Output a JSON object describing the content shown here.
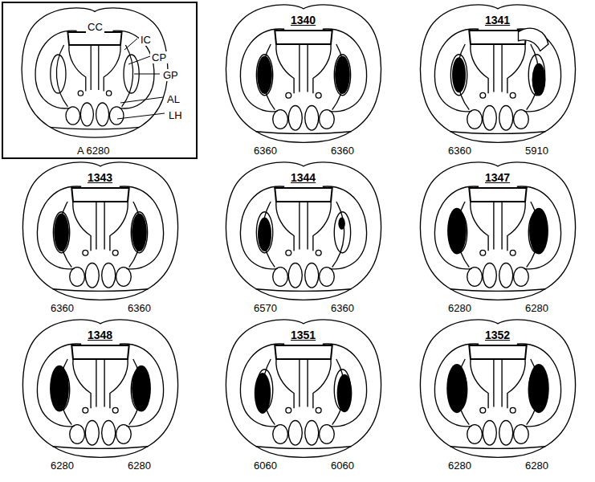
{
  "diagram": {
    "nodes": [
      {
        "text": [
          "CC",
          "IC",
          "CP",
          "GP",
          "AL",
          "LH",
          "A 6280"
        ]
      }
    ],
    "labels": [
      "1340",
      "6360",
      "6360",
      "1341",
      "6360",
      "5910",
      "1343",
      "6360",
      "6360",
      "1344",
      "6570",
      "6360",
      "1347",
      "6280",
      "6280",
      "1348",
      "6280",
      "6280",
      "1351",
      "6060",
      "6060",
      "1352",
      "6280",
      "6280"
    ]
  }
}
